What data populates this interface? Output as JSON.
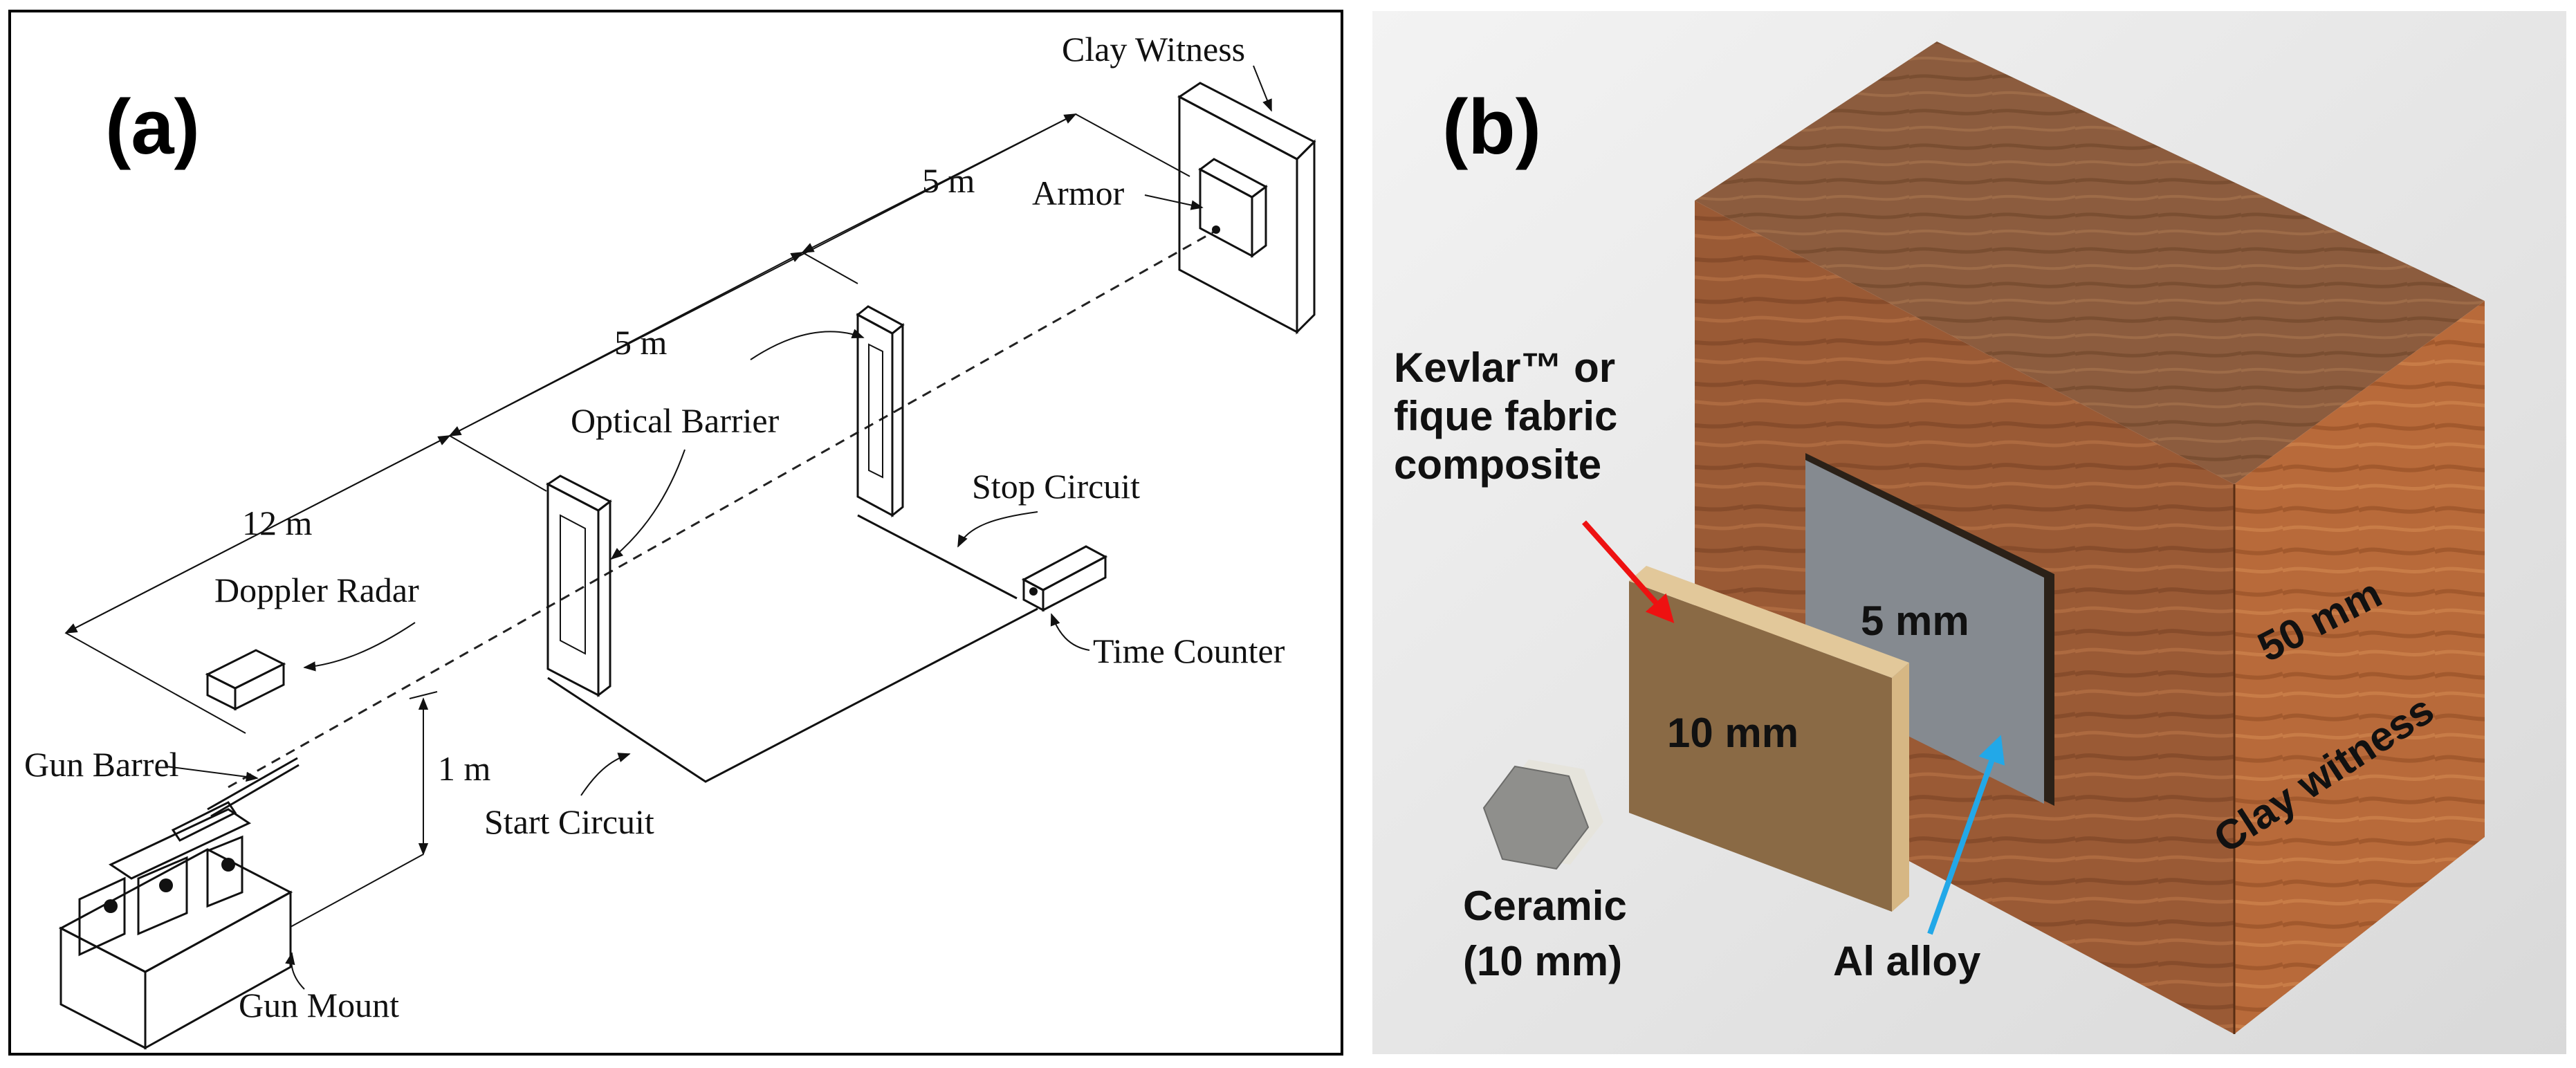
{
  "panel_a": {
    "tag": "(a)",
    "labels": {
      "clay_witness": "Clay Witness",
      "armor": "Armor",
      "dist_5m_far": "5 m",
      "dist_5m_mid": "5 m",
      "dist_12m": "12 m",
      "optical_barrier": "Optical Barrier",
      "stop_circuit": "Stop Circuit",
      "doppler_radar": "Doppler Radar",
      "time_counter": "Time Counter",
      "gun_barrel": "Gun Barrel",
      "height_1m": "1 m",
      "start_circuit": "Start Circuit",
      "gun_mount": "Gun Mount"
    }
  },
  "panel_b": {
    "tag": "(b)",
    "labels": {
      "kevlar_line1": "Kevlar™ or",
      "kevlar_line2": "fique fabric",
      "kevlar_line3": "composite",
      "five_mm": "5 mm",
      "ten_mm": "10 mm",
      "fifty_mm": "50 mm",
      "clay_witness": "Clay witness",
      "ceramic_line1": "Ceramic",
      "ceramic_line2": "(10 mm)",
      "al_alloy": "Al alloy"
    },
    "colors": {
      "clay_front": "#9a5a35",
      "clay_top": "#8a5a3c",
      "clay_side": "#b86a3a",
      "al_plate": "#858a90",
      "composite": "#8a6a45",
      "composite_edge": "#e2c89a",
      "ceramic": "#8f8f8c",
      "red_arrow": "#ee1111",
      "blue_arrow": "#22a8e8"
    }
  }
}
